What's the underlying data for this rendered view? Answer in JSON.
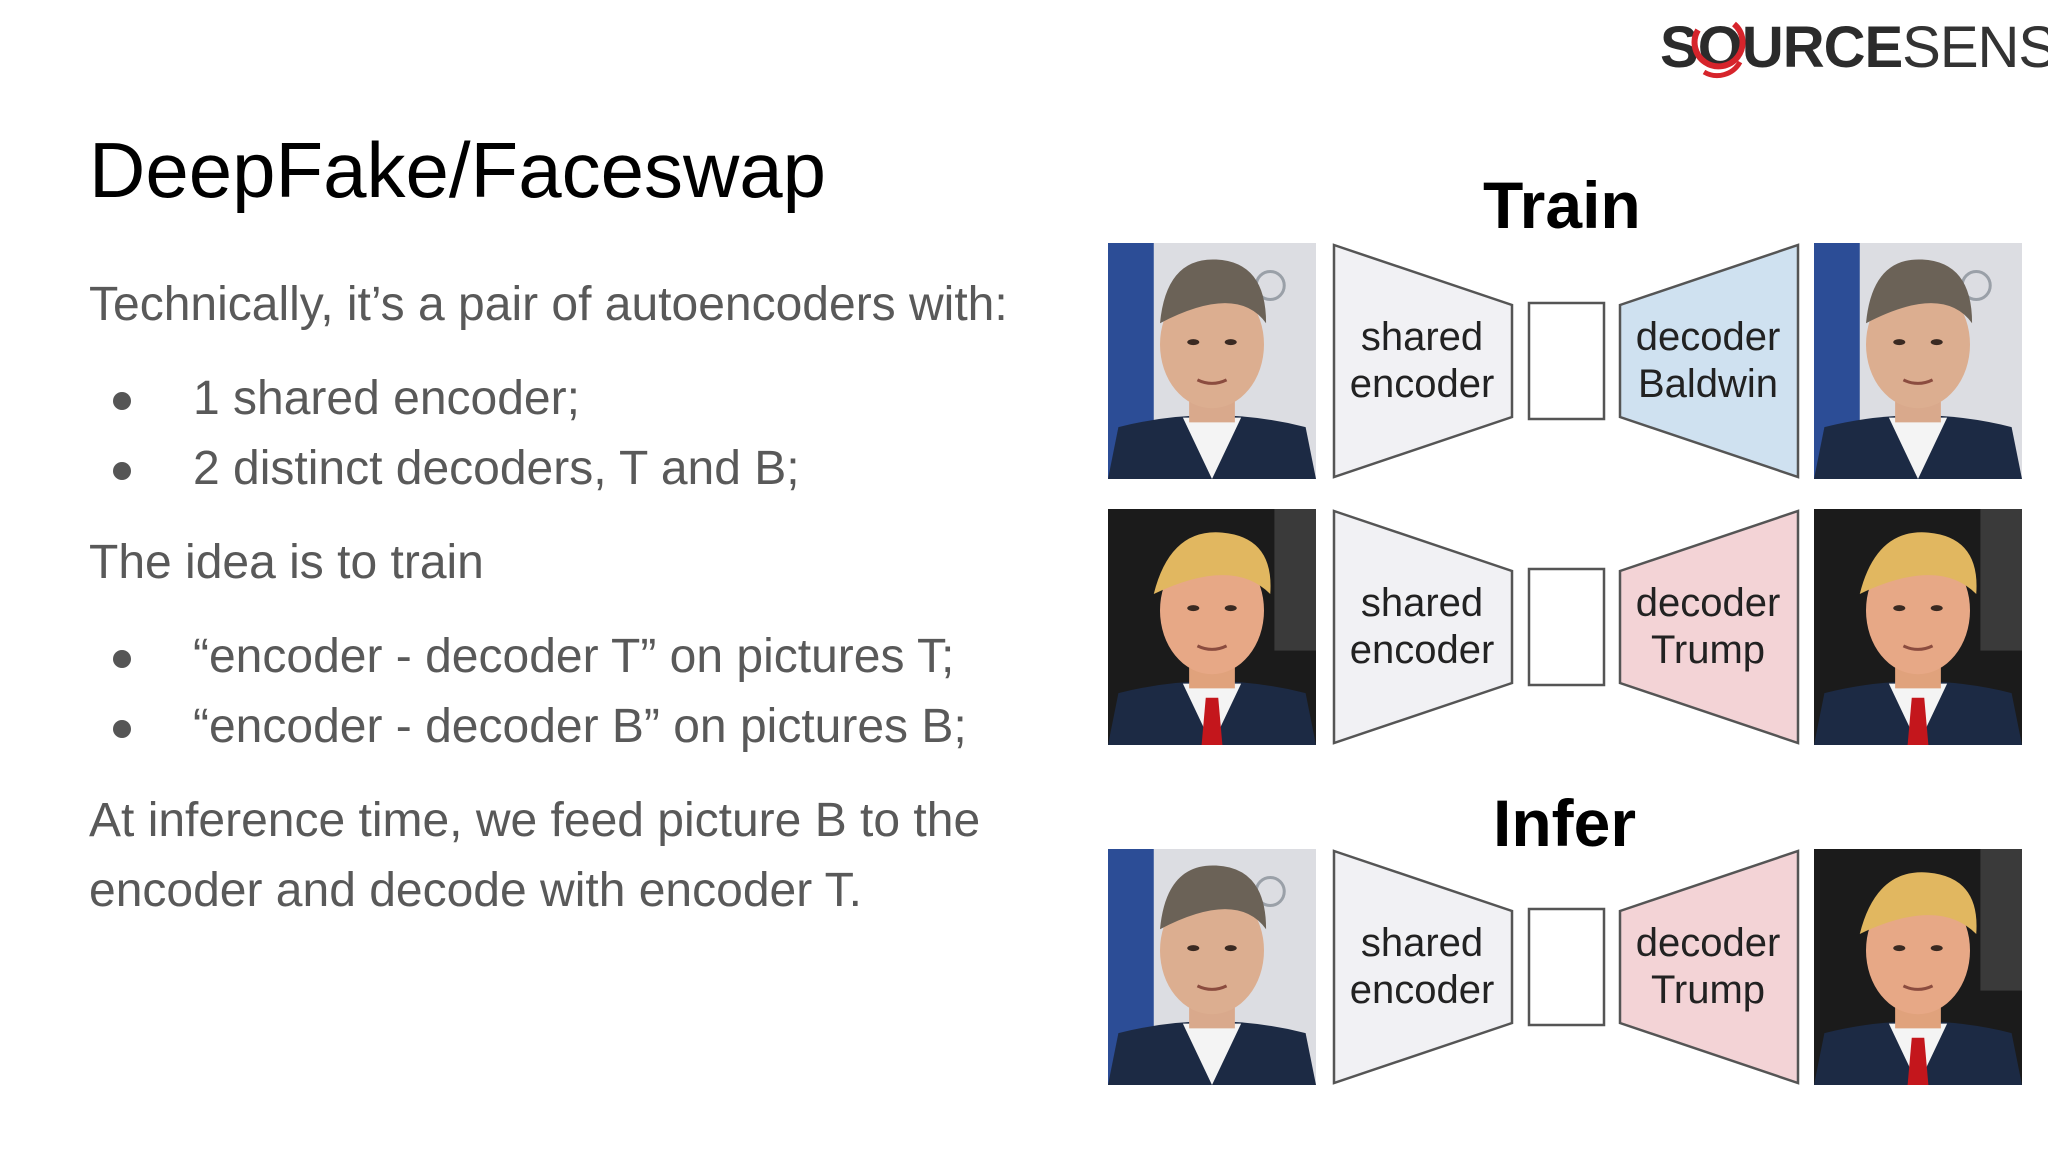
{
  "logo": {
    "bold_text": "S",
    "ring_letter": "O",
    "bold_rest": "URCE",
    "light_text": "SENSE"
  },
  "slide": {
    "title": "DeepFake/Faceswap",
    "intro": "Technically, it’s a pair of autoencoders with:",
    "bullets1": [
      "1 shared encoder;",
      "2 distinct decoders, T and B;"
    ],
    "idea": "The idea is to train",
    "bullets2": [
      "“encoder - decoder T” on pictures T;",
      "“encoder - decoder B” on pictures B;"
    ],
    "conclusion": "At inference time, we feed picture B to the encoder and decode with encoder T."
  },
  "diagram": {
    "train_heading": "Train",
    "infer_heading": "Infer",
    "rows": [
      {
        "encoder": [
          "shared",
          "encoder"
        ],
        "decoder": [
          "decoder",
          "Baldwin"
        ],
        "decoder_color": "#cfe1f0",
        "input_face": "baldwin",
        "output_face": "baldwin"
      },
      {
        "encoder": [
          "shared",
          "encoder"
        ],
        "decoder": [
          "decoder",
          "Trump"
        ],
        "decoder_color": "#f3d3d6",
        "input_face": "trump",
        "output_face": "trump"
      },
      {
        "encoder": [
          "shared",
          "encoder"
        ],
        "decoder": [
          "decoder",
          "Trump"
        ],
        "decoder_color": "#f3d3d6",
        "input_face": "baldwin",
        "output_face": "trump"
      }
    ]
  }
}
